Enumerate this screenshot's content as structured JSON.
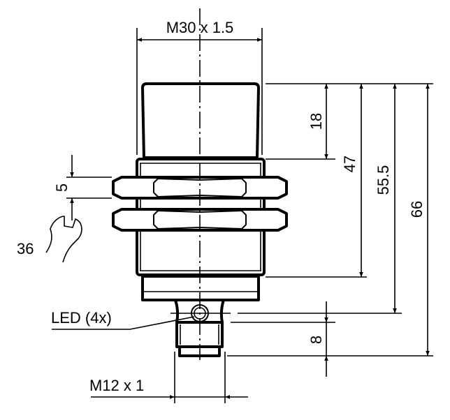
{
  "drawing": {
    "dimensions": {
      "thread_main": "M30 x 1.5",
      "cap_length": "18",
      "body_length": "47",
      "led_position": "55.5",
      "total_length": "66",
      "nut_thickness": "5",
      "wrench_size": "36",
      "connector_length": "8",
      "connector_thread": "M12 x 1"
    },
    "labels": {
      "led": "LED (4x)"
    },
    "colors": {
      "line": "#000000",
      "background": "#ffffff"
    }
  }
}
